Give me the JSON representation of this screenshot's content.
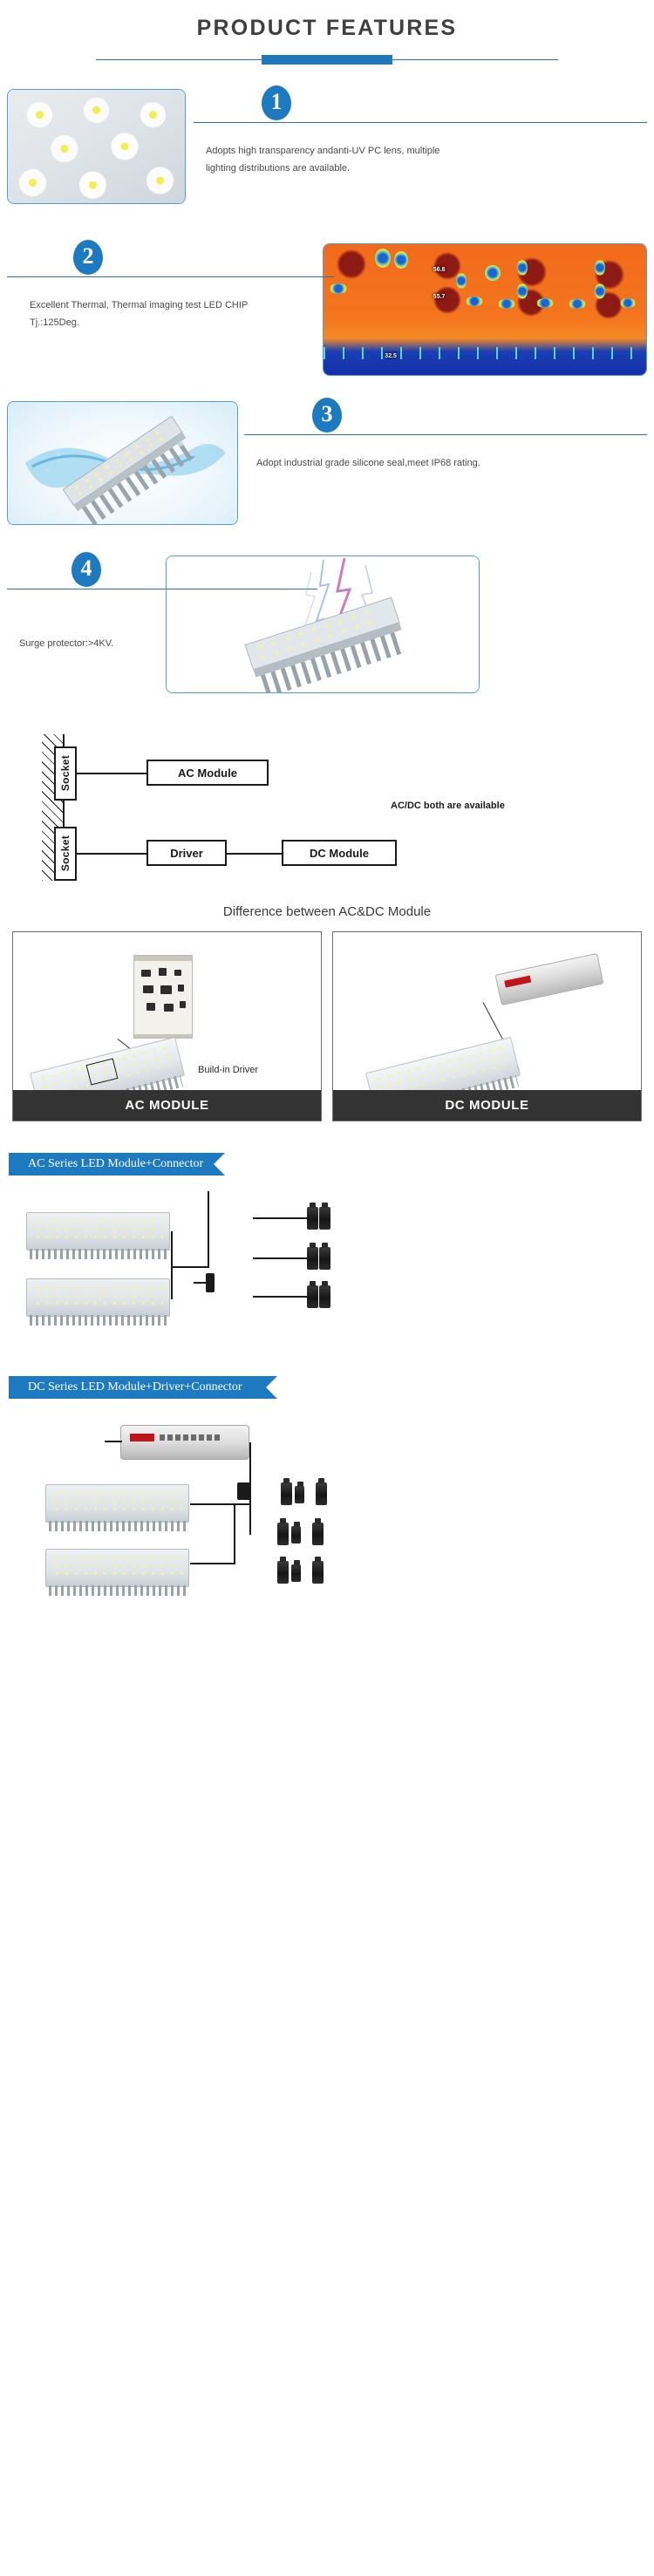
{
  "header": {
    "title": "PRODUCT FEATURES"
  },
  "features": [
    {
      "number": "1",
      "text": "Adopts high transparency andanti-UV PC lens, multiple lighting distributions are available.",
      "image_name": "led-lens-closeup-photo"
    },
    {
      "number": "2",
      "text": "Excellent Thermal, Thermal imaging test LED CHIP Tj.:125Deg.",
      "image_name": "thermal-imaging-photo",
      "thermal_readings": [
        "56.8",
        "55.7",
        "32.5"
      ]
    },
    {
      "number": "3",
      "text": "Adopt industrial grade silicone seal,meet IP68 rating.",
      "image_name": "waterproof-splash-photo"
    },
    {
      "number": "4",
      "text": "Surge protector:>4KV.",
      "image_name": "surge-lightning-photo"
    }
  ],
  "schematic": {
    "socket_label_ac": "Socket",
    "socket_label_dc": "Socket",
    "ac_module": "AC Module",
    "driver": "Driver",
    "dc_module": "DC Module",
    "note": "AC/DC both are available"
  },
  "comparison": {
    "title": "Difference between AC&DC Module",
    "cards": [
      {
        "footer": "AC MODULE",
        "callout": "Build-in Driver"
      },
      {
        "footer": "DC MODULE",
        "callout": ""
      }
    ]
  },
  "galleries": [
    {
      "banner": "AC Series LED Module+Connector"
    },
    {
      "banner": "DC Series LED Module+Driver+Connector"
    }
  ]
}
